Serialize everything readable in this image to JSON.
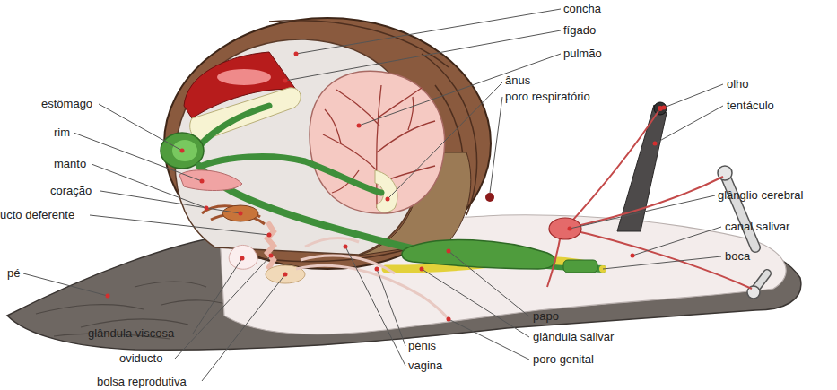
{
  "diagram": {
    "labels": [
      "concha",
      "fígado",
      "pulmão",
      "ânus",
      "poro respiratório",
      "olho",
      "tentáculo",
      "glânglio cerebral",
      "canal salivar",
      "boca",
      "estômago",
      "rim",
      "manto",
      "coração",
      "ucto deferente",
      "pé",
      "papo",
      "glândula salivar",
      "poro genital",
      "pénis",
      "vagina",
      "glândula viscosa",
      "oviducto",
      "bolsa reprodutiva"
    ]
  }
}
